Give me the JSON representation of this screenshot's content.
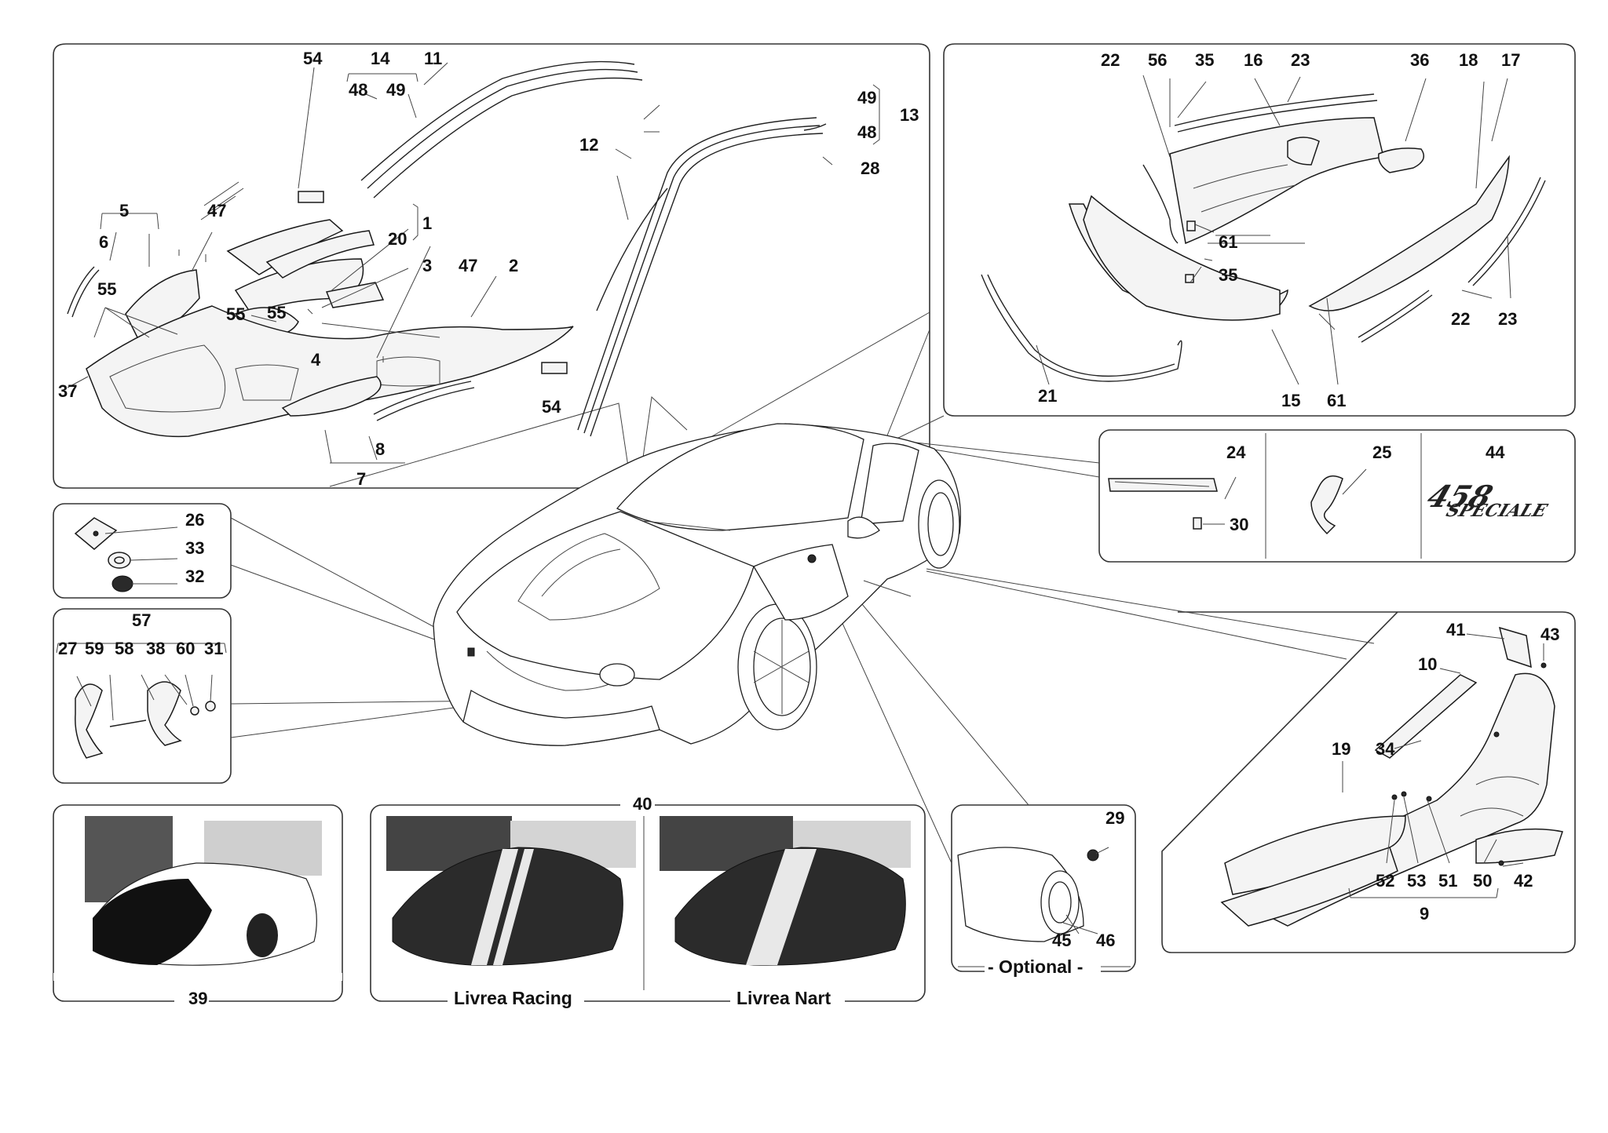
{
  "labels": {
    "top_left": [
      "54",
      "14",
      "11",
      "48",
      "49",
      "12",
      "49",
      "48",
      "13",
      "28",
      "5",
      "47",
      "6",
      "1",
      "20",
      "3",
      "47",
      "2",
      "55",
      "55",
      "55",
      "4",
      "37",
      "54",
      "8",
      "7"
    ],
    "top_right": [
      "22",
      "56",
      "35",
      "16",
      "23",
      "36",
      "18",
      "17",
      "61",
      "35",
      "21",
      "15",
      "61",
      "22",
      "23"
    ],
    "emblems": [
      "24",
      "30",
      "25",
      "44"
    ],
    "left_mid": [
      "26",
      "33",
      "32"
    ],
    "left_bracket": [
      "57",
      "27",
      "59",
      "58",
      "38",
      "60",
      "31"
    ],
    "right_bottom": [
      "41",
      "43",
      "10",
      "34",
      "19",
      "52",
      "53",
      "51",
      "50",
      "42",
      "9"
    ],
    "optional": [
      "29",
      "45",
      "46"
    ],
    "photos": [
      "39",
      "40"
    ]
  },
  "captions": {
    "optional": "- Optional -",
    "livrea_racing": "Livrea Racing",
    "livrea_nart": "Livrea Nart"
  },
  "emblem_text": {
    "speciale_num": "458",
    "speciale_word": "SPECIALE"
  }
}
